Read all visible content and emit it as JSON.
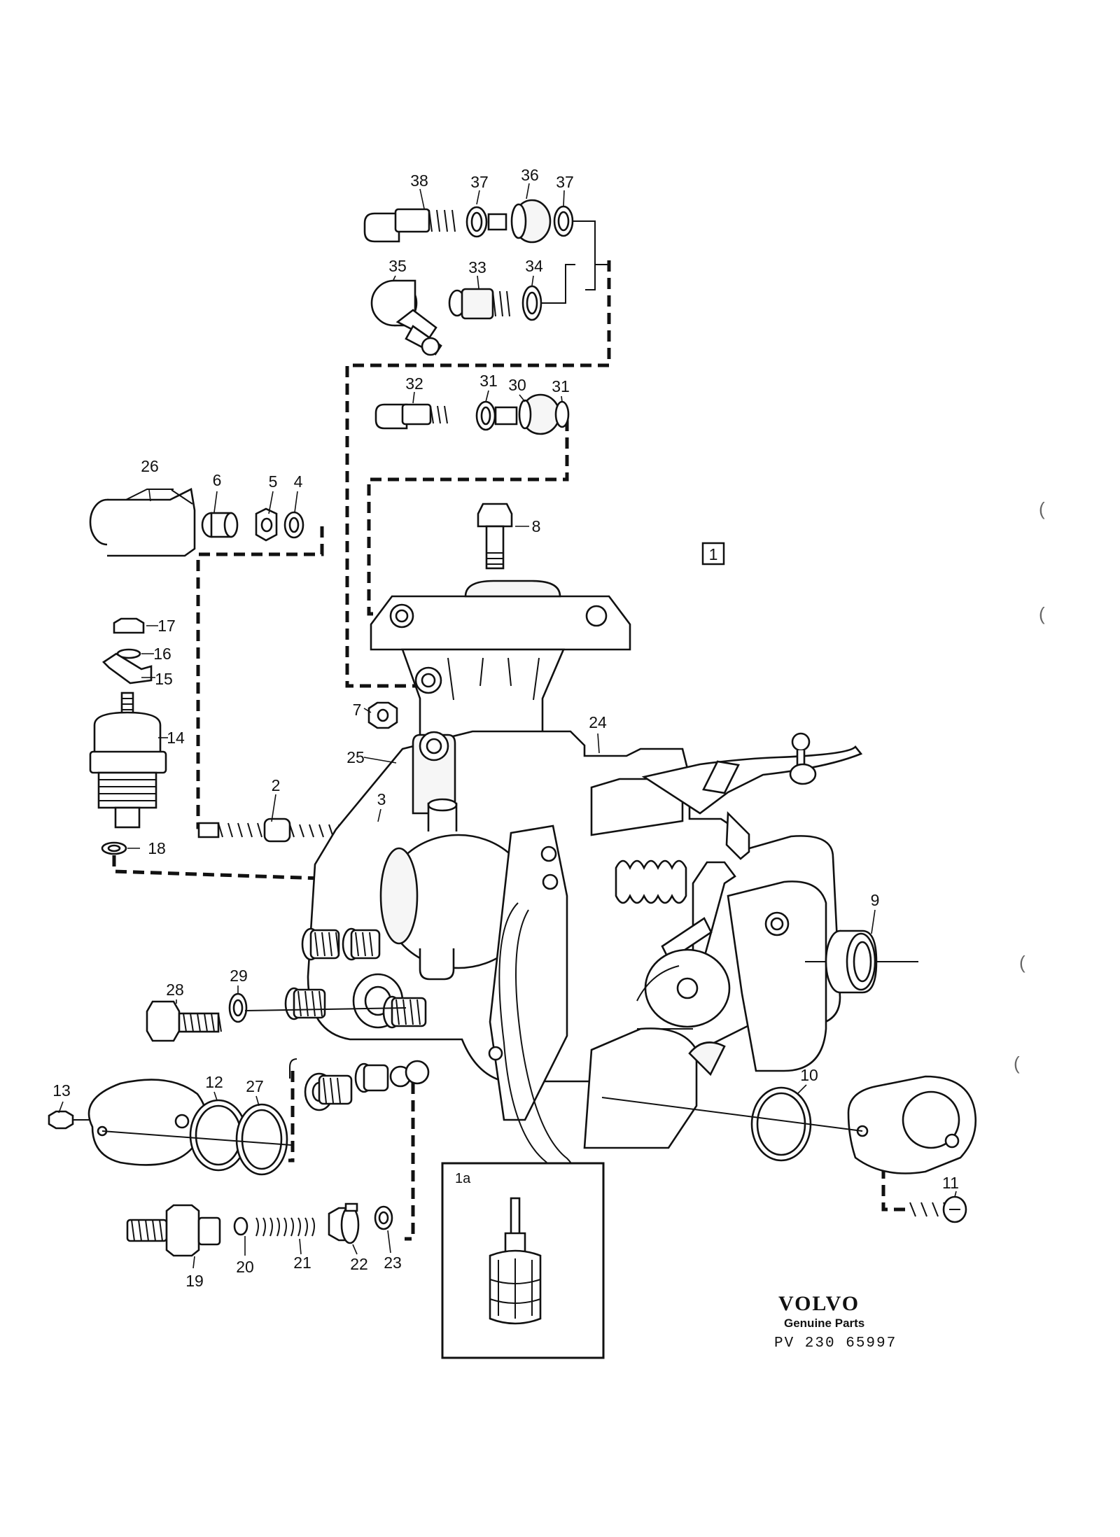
{
  "diagram": {
    "assembly_label": "1",
    "inset_label": "1a",
    "callouts": [
      "2",
      "3",
      "4",
      "5",
      "6",
      "7",
      "8",
      "9",
      "10",
      "11",
      "12",
      "13",
      "14",
      "15",
      "16",
      "17",
      "18",
      "19",
      "20",
      "21",
      "22",
      "23",
      "24",
      "25",
      "26",
      "27",
      "28",
      "29",
      "30",
      "31",
      "32",
      "33",
      "34",
      "35",
      "36",
      "37",
      "38"
    ],
    "duplicate_callouts": [
      "31",
      "37"
    ]
  },
  "footer": {
    "brand": "VOLVO",
    "subtitle": "Genuine Parts",
    "code": "PV 230 65997"
  },
  "marks": [
    "(",
    "(",
    "(",
    "("
  ]
}
